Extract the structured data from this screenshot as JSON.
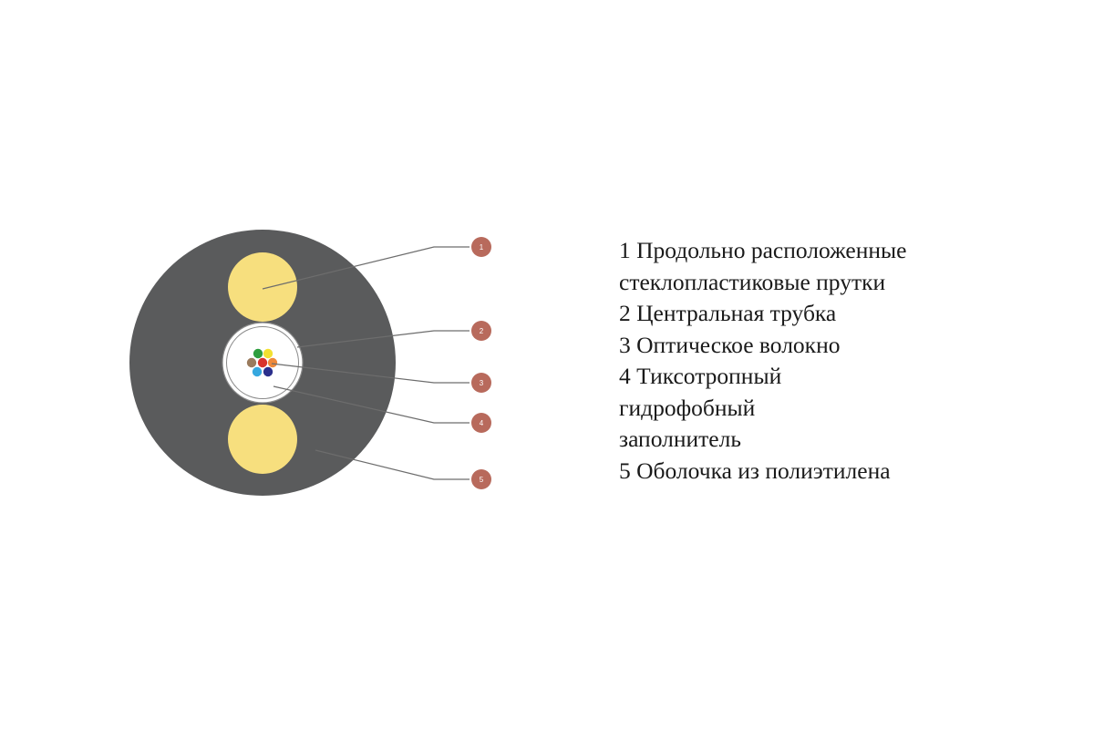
{
  "colors": {
    "sheath": "#5a5b5c",
    "rods": "#f7df7e",
    "tube_fill": "#ffffff",
    "tube_stroke": "#8a8a8a",
    "leader_line": "#6d6d6d",
    "marker": "#b86a5c",
    "marker_text": "#ffffff",
    "fibers": [
      "#2e9e3f",
      "#f3e132",
      "#9a7b5d",
      "#d9342b",
      "#f0893a",
      "#36a8df",
      "#2b2f8c"
    ]
  },
  "markers": [
    {
      "id": "1",
      "label": "1"
    },
    {
      "id": "2",
      "label": "2"
    },
    {
      "id": "3",
      "label": "3"
    },
    {
      "id": "4",
      "label": "4"
    },
    {
      "id": "5",
      "label": "5"
    }
  ],
  "legend": {
    "lines": [
      "1 Продольно расположенные",
      "стеклопластиковые прутки",
      "2 Центральная трубка",
      "3 Оптическое волокно",
      "4 Тиксотропный",
      "гидрофобный",
      "заполнитель",
      "5 Оболочка из полиэтилена"
    ]
  }
}
